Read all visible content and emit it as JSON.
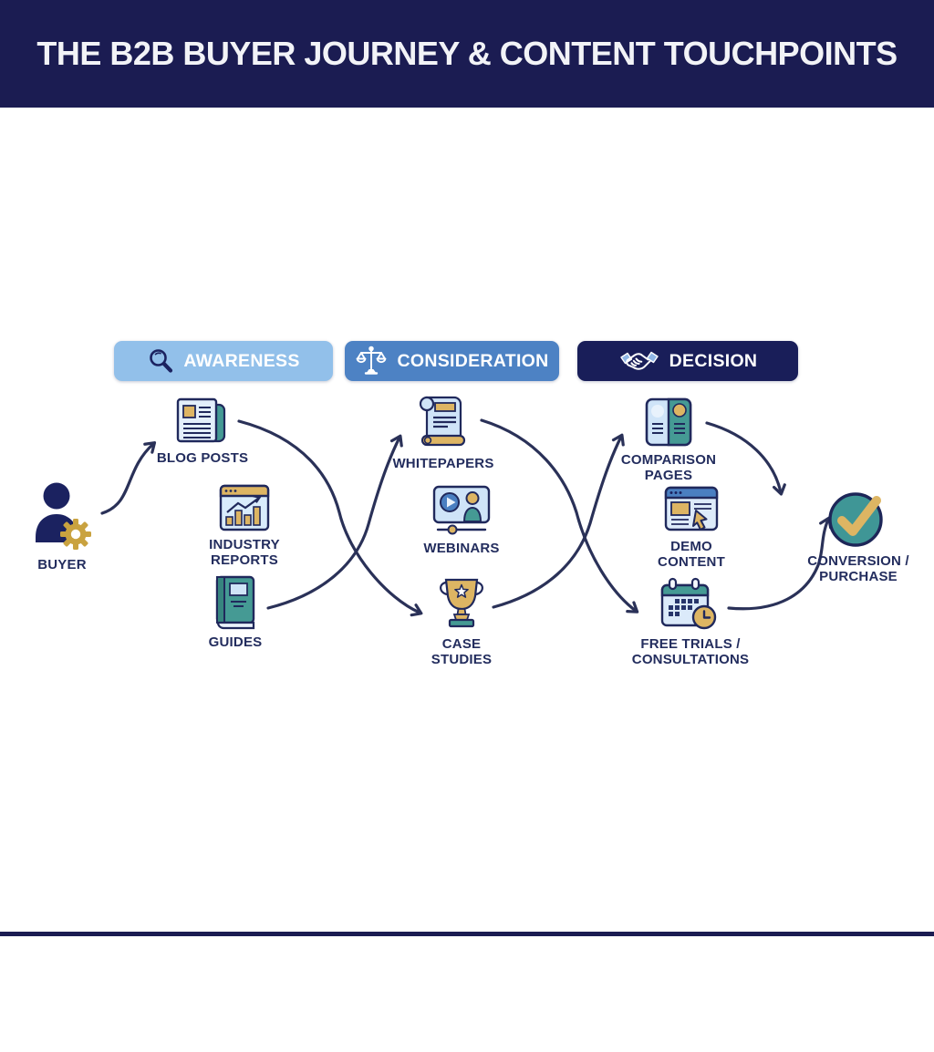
{
  "title": "THE B2B BUYER JOURNEY & CONTENT TOUCHPOINTS",
  "start": {
    "label": "BUYER",
    "icon": "buyer-gear-icon"
  },
  "end": {
    "label": "CONVERSION / PURCHASE",
    "icon": "check-circle-icon"
  },
  "stages": [
    {
      "label": "AWARENESS",
      "icon": "magnifier-icon",
      "color": "#92c0ea",
      "touchpoints": [
        {
          "label": "BLOG POSTS",
          "icon": "newspaper-icon"
        },
        {
          "label": "INDUSTRY REPORTS",
          "icon": "report-chart-icon"
        },
        {
          "label": "GUIDES",
          "icon": "book-icon"
        }
      ]
    },
    {
      "label": "CONSIDERATION",
      "icon": "scales-icon",
      "color": "#4d82c4",
      "touchpoints": [
        {
          "label": "WHITEPAPERS",
          "icon": "scroll-document-icon"
        },
        {
          "label": "WEBINARS",
          "icon": "video-player-icon"
        },
        {
          "label": "CASE STUDIES",
          "icon": "trophy-icon"
        }
      ]
    },
    {
      "label": "DECISION",
      "icon": "handshake-icon",
      "color": "#191e59",
      "touchpoints": [
        {
          "label": "COMPARISON PAGES",
          "icon": "comparison-card-icon"
        },
        {
          "label": "DEMO CONTENT",
          "icon": "browser-cursor-icon"
        },
        {
          "label": "FREE TRIALS / CONSULTATIONS",
          "icon": "calendar-clock-icon"
        }
      ]
    }
  ],
  "colors": {
    "header_bg": "#1b1c52",
    "arrow": "#2a3158",
    "label_text": "#232d5e",
    "teal": "#459a94",
    "gold": "#ddb563",
    "light_blue": "#cfe4f8",
    "blue": "#4a7fc1"
  }
}
